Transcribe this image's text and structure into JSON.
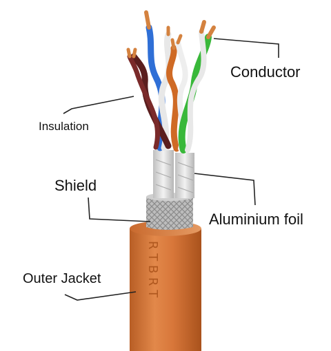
{
  "labels": {
    "conductor": "Conductor",
    "insulation": "Insulation",
    "shield": "Shield",
    "aluminium_foil": "Aluminium foil",
    "outer_jacket": "Outer Jacket"
  },
  "colors": {
    "background": "#ffffff",
    "jacket": "#d8773a",
    "braid": "#c9c9c9",
    "foil": "#e3e3e3",
    "copper": "#d4823f",
    "wire_blue": "#2f6fd6",
    "wire_green": "#39b83a",
    "wire_brown": "#5a1e1e",
    "wire_orange": "#cf6a25",
    "wire_white": "#e8e8e8",
    "leader_line": "#222222"
  }
}
